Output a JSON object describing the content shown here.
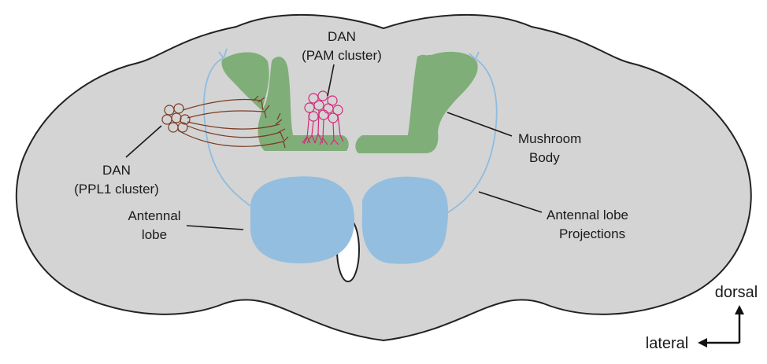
{
  "colors": {
    "brain": "#d4d4d4",
    "brain_outline": "#222222",
    "mushroom_body": "#7fae79",
    "antennal_lobe": "#93bedf",
    "projection": "#8fbcdf",
    "dan_ppl1": "#7a3a22",
    "dan_pam": "#d12a7a"
  },
  "labels": {
    "pam_line1": "DAN",
    "pam_line2": "(PAM cluster)",
    "ppl1_line1": "DAN",
    "ppl1_line2": "(PPL1 cluster)",
    "mb_line1": "Mushroom",
    "mb_line2": "Body",
    "al_line1": "Antennal",
    "al_line2": "lobe",
    "alp_line1": "Antennal lobe",
    "alp_line2": "Projections"
  },
  "orientation": {
    "dorsal": "dorsal",
    "lateral": "lateral"
  }
}
